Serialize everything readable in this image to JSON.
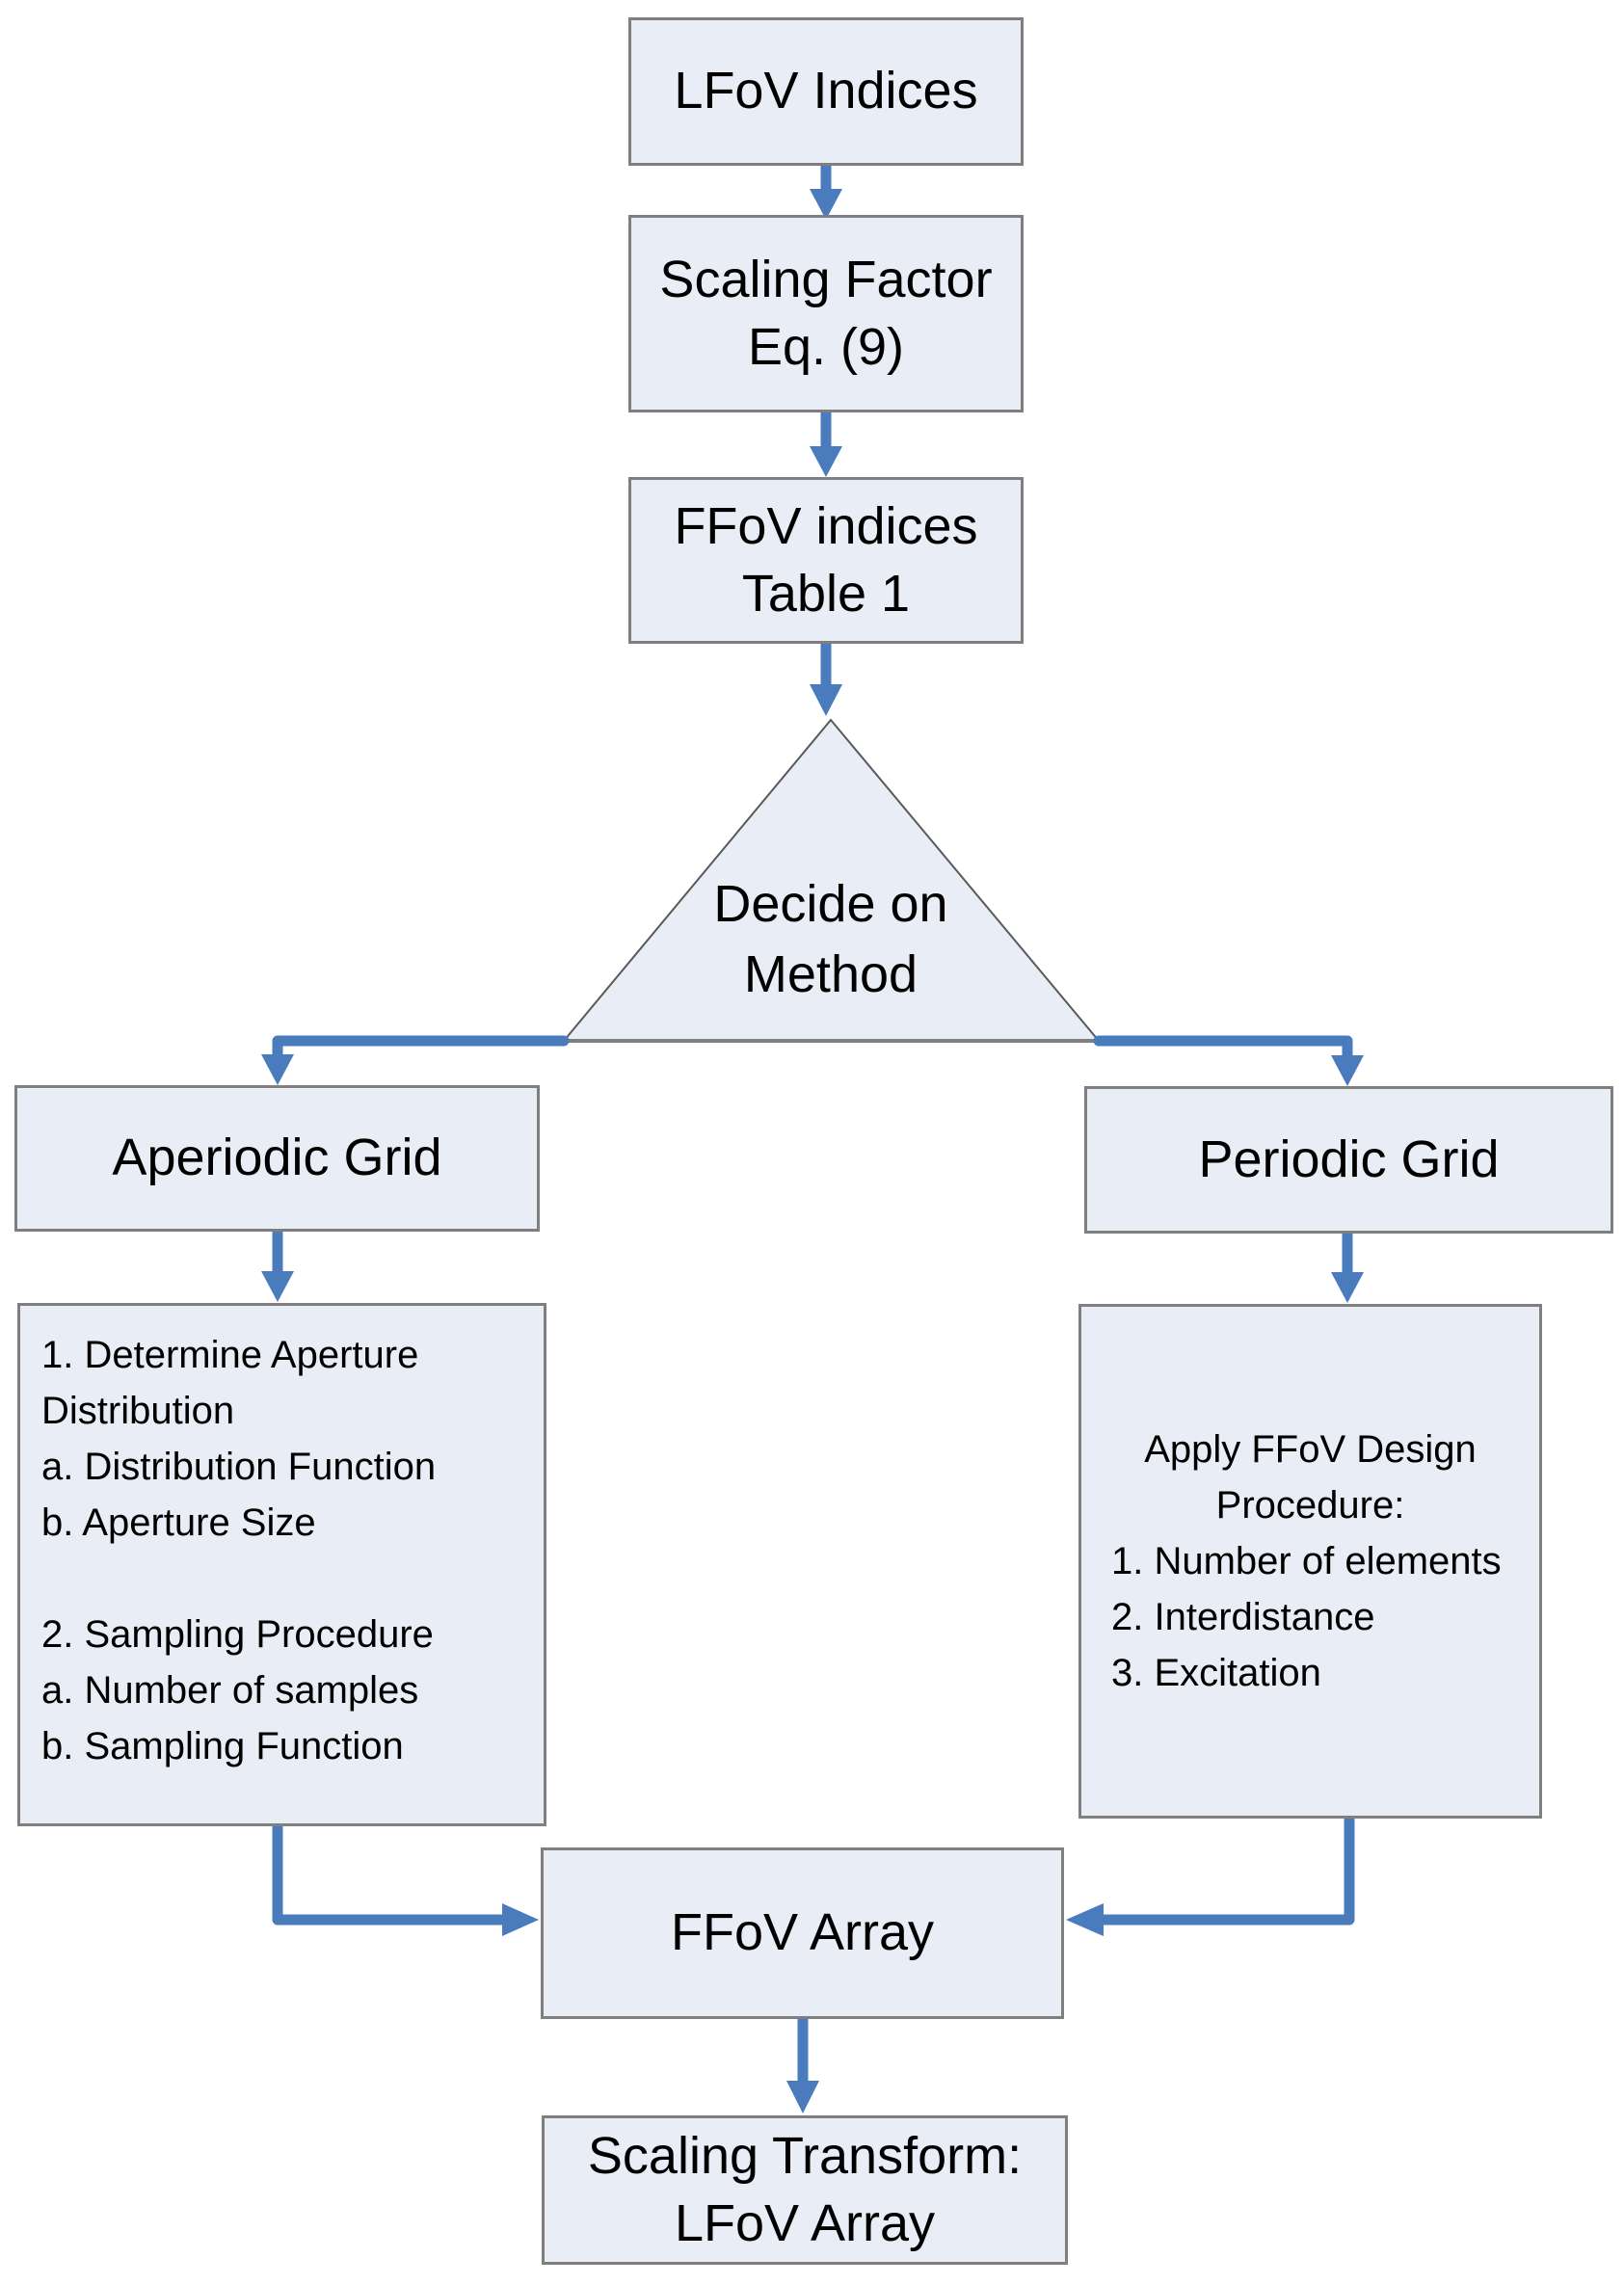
{
  "colors": {
    "background": "#ffffff",
    "node_fill": "#e9edf6",
    "node_border": "#7f7f7f",
    "triangle_border": "#595959",
    "arrow": "#4a7cbd",
    "text": "#000000"
  },
  "nodes": {
    "lfov_indices": {
      "label": "LFoV Indices"
    },
    "scaling_factor": {
      "label": "Scaling Factor\nEq. (9)"
    },
    "ffov_indices": {
      "label": "FFoV indices\nTable 1"
    },
    "decision": {
      "label": "Decide on\nMethod"
    },
    "aperiodic_grid": {
      "label": "Aperiodic Grid"
    },
    "periodic_grid": {
      "label": "Periodic Grid"
    },
    "aperiodic_steps": {
      "label": "1. Determine Aperture\nDistribution\na. Distribution Function\nb. Aperture Size\n\n2. Sampling Procedure\na. Number of samples\nb. Sampling Function"
    },
    "periodic_steps": {
      "heading": "Apply FFoV Design\nProcedure:",
      "items": "1. Number of elements\n2. Interdistance\n3. Excitation"
    },
    "ffov_array": {
      "label": "FFoV Array"
    },
    "scaling_transform": {
      "label": "Scaling Transform:\nLFoV Array"
    }
  }
}
